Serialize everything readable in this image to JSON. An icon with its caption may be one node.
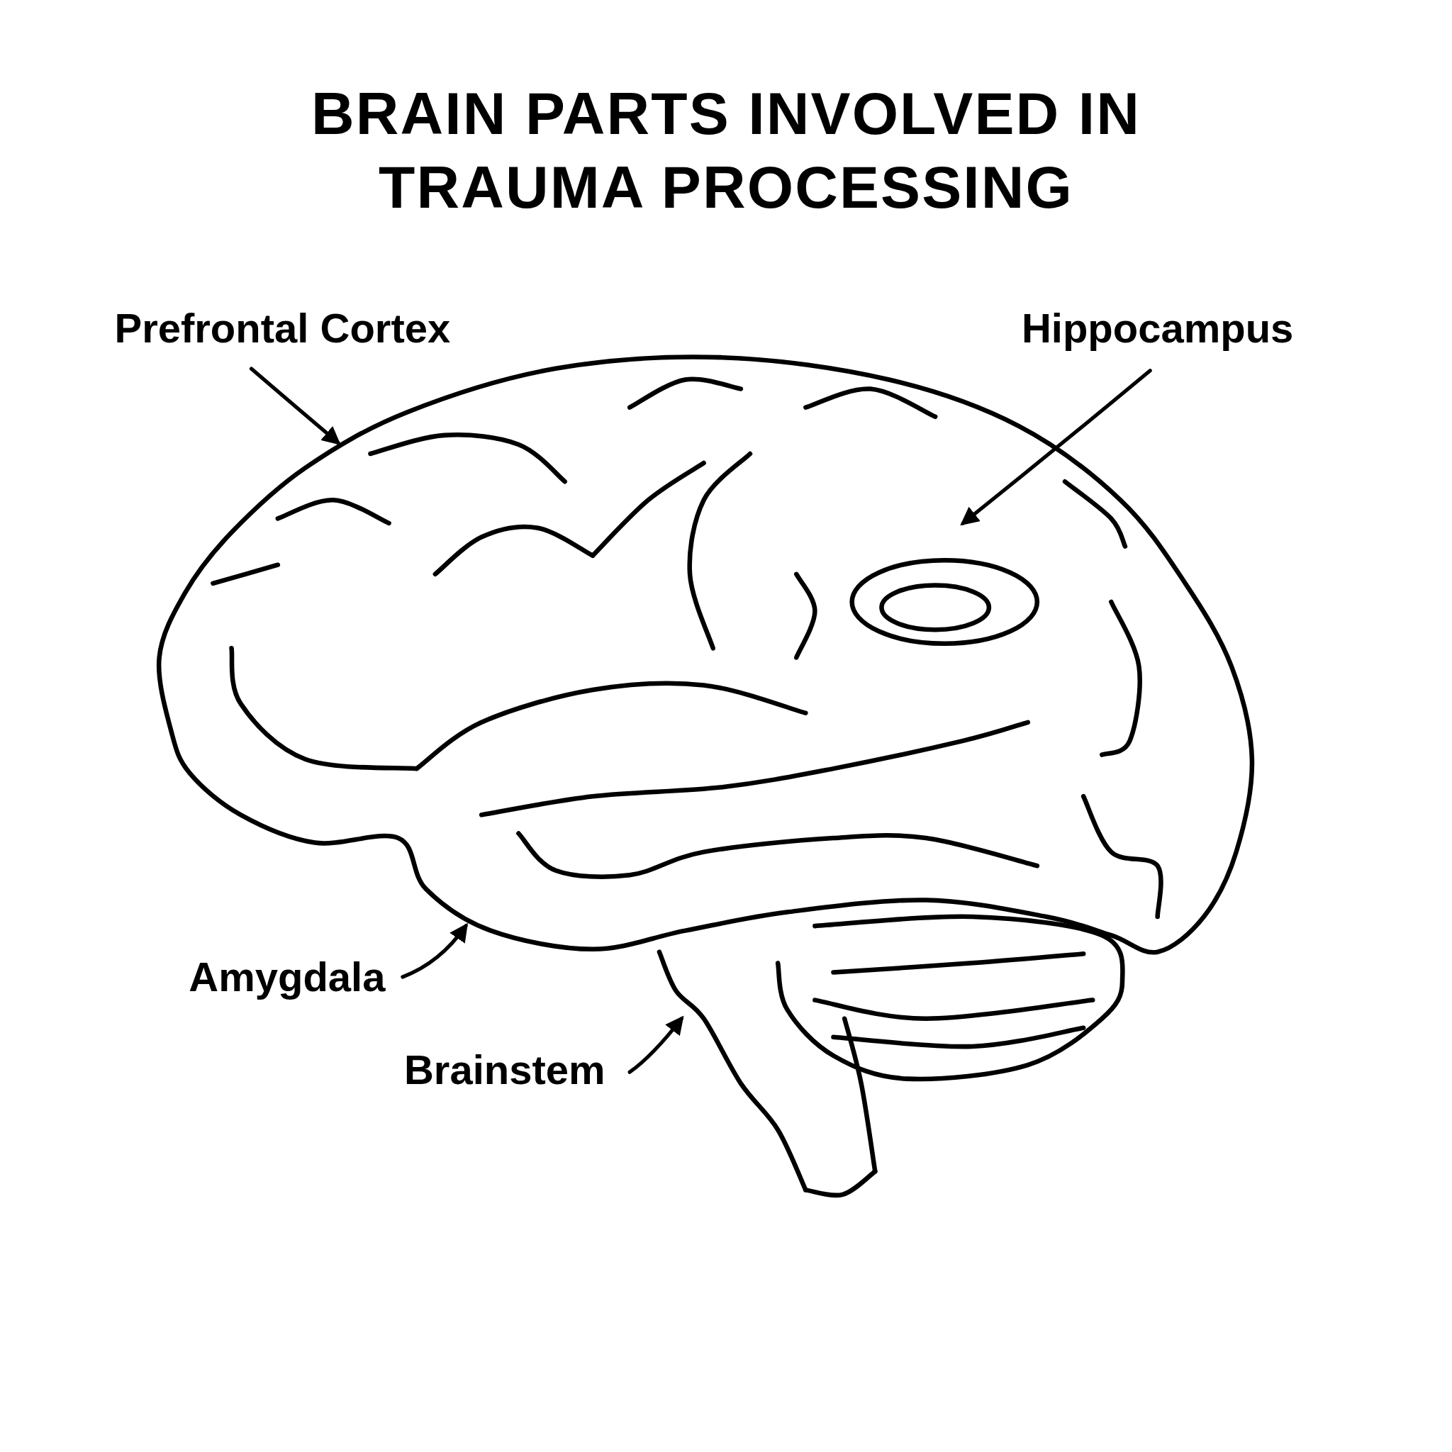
{
  "diagram": {
    "title": "BRAIN PARTS INVOLVED IN TRAUMA PROCESSING",
    "nodes": [
      {
        "text": [
          "Prefrontal Cortex"
        ]
      },
      {
        "text": [
          "Hippocampus"
        ]
      },
      {
        "text": [
          "Amygdala"
        ]
      },
      {
        "text": [
          "Brainstem"
        ]
      }
    ],
    "edges": [
      {
        "from": 0,
        "to": null,
        "arrow": "to"
      },
      {
        "from": 1,
        "to": null,
        "arrow": "to"
      },
      {
        "from": 2,
        "to": null,
        "arrow": "to"
      },
      {
        "from": 3,
        "to": null,
        "arrow": "to"
      }
    ]
  }
}
